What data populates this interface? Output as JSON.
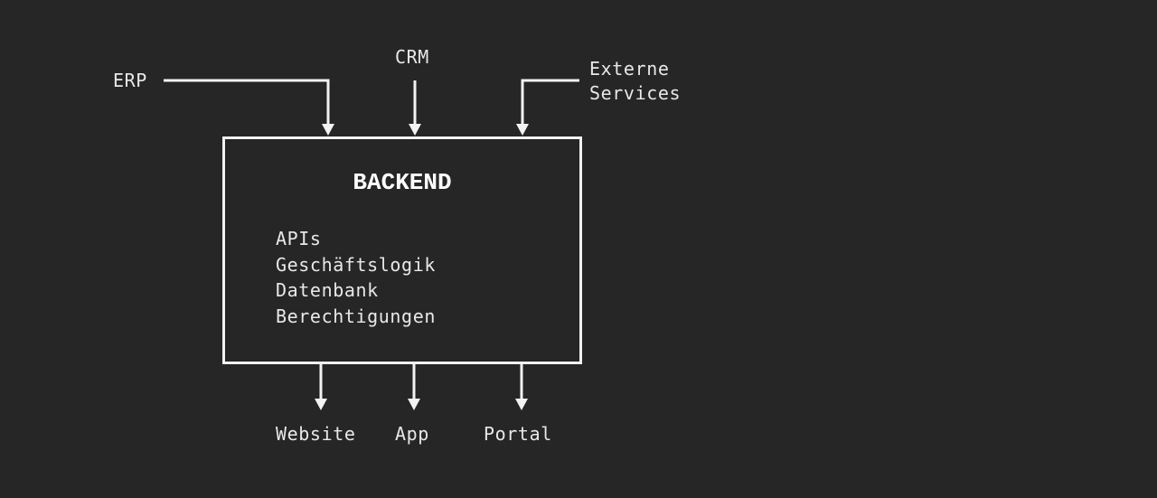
{
  "colors": {
    "background": "#262626",
    "line": "#f2f2f2",
    "text": "#e8e8e8"
  },
  "inputs": {
    "erp": "ERP",
    "crm": "CRM",
    "external_line1": "Externe",
    "external_line2": "Services"
  },
  "backend": {
    "title": "BACKEND",
    "components": [
      "APIs",
      "Geschäftslogik",
      "Datenbank",
      "Berechtigungen"
    ]
  },
  "outputs": {
    "website": "Website",
    "app": "App",
    "portal": "Portal"
  }
}
